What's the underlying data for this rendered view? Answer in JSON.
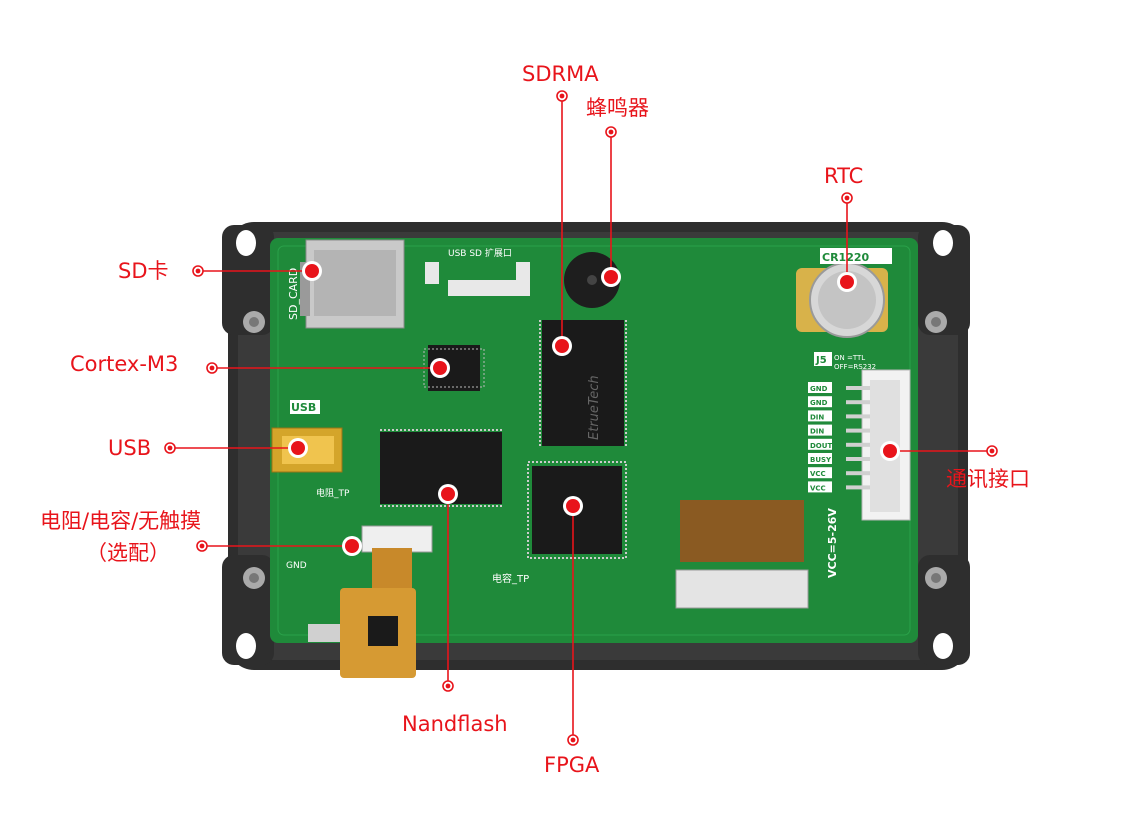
{
  "diagram": {
    "colors": {
      "callout": "#e8141b",
      "board": "#1f8a3a",
      "board_dark": "#136b2a",
      "frame": "#2b2b2b",
      "silk": "#ffffff",
      "chip": "#1a1a1a",
      "fpc": "#c8892a"
    },
    "callouts": [
      {
        "id": "sdrma",
        "text": "SDRMA"
      },
      {
        "id": "buzzer",
        "text": "蜂鸣器"
      },
      {
        "id": "rtc",
        "text": "RTC"
      },
      {
        "id": "sdcard",
        "text": "SD卡"
      },
      {
        "id": "cortex",
        "text": "Cortex-M3"
      },
      {
        "id": "usb",
        "text": "USB"
      },
      {
        "id": "touch1",
        "text": "电阻/电容/无触摸"
      },
      {
        "id": "touch2",
        "text": "（选配）"
      },
      {
        "id": "comm",
        "text": "通讯接口"
      },
      {
        "id": "nand",
        "text": "Nandflash"
      },
      {
        "id": "fpga",
        "text": "FPGA"
      }
    ],
    "silkscreen": {
      "sd_card": "SD_CARD",
      "usb_sd_port": "USB SD 扩展口",
      "usb": "USB",
      "gnd": "GND",
      "cr1220": "CR1220",
      "j5": "J5",
      "on_ttl": "ON =TTL",
      "off_rs232": "OFF=RS232",
      "vcc_range": "VCC=5-26V",
      "res_tp": "电阻_TP",
      "cap_tp": "电容_TP",
      "brand": "EtrueTech",
      "pins": [
        "GND",
        "GND",
        "DIN",
        "DIN",
        "DOUT",
        "BUSY",
        "VCC",
        "VCC"
      ]
    }
  }
}
